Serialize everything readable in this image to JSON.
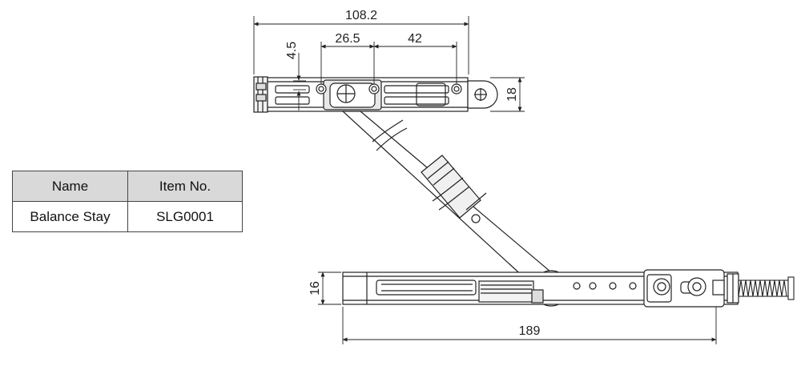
{
  "dimensions": {
    "overall_top": "108.2",
    "hole_left": "26.5",
    "hole_right": "42",
    "offset": "4.5",
    "top_height": "18",
    "bottom_height": "16",
    "overall_bottom": "189"
  },
  "table": {
    "headers": [
      "Name",
      "Item No."
    ],
    "rows": [
      [
        "Balance Stay",
        "SLG0001"
      ]
    ]
  }
}
